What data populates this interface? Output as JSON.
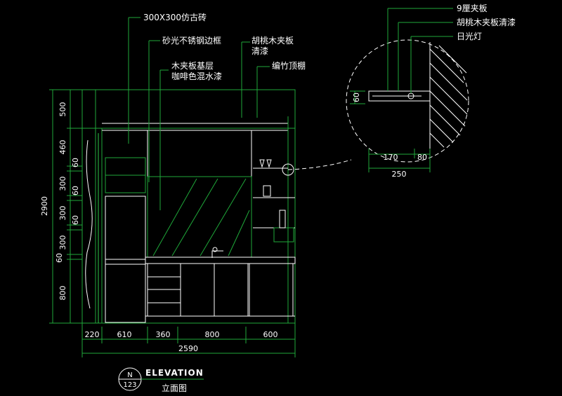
{
  "annotations": {
    "tile": "300X300仿古砖",
    "frame": "砂光不锈钢边框",
    "walnut_panel": "胡桃木夹板",
    "walnut_finish": "清漆",
    "wood_base": "木夹板基层",
    "coffee_paint": "咖啡色混水漆",
    "bamboo_ceiling": "编竹顶棚"
  },
  "detail_annotations": {
    "plywood": "9厘夹板",
    "walnut_clear": "胡桃木夹板清漆",
    "lamp": "日光灯"
  },
  "vertical_dims": {
    "total": "2900",
    "segments": [
      "500",
      "460",
      "60",
      "300",
      "60",
      "300",
      "60",
      "300",
      "60",
      "800"
    ]
  },
  "horizontal_dims": {
    "segments": [
      "220",
      "610",
      "360",
      "800",
      "600"
    ],
    "total": "2590"
  },
  "detail_dims": {
    "height": "60",
    "seg_a": "170",
    "seg_b": "80",
    "total": "250"
  },
  "title_block": {
    "north": "N",
    "number": "123",
    "title": "ELEVATION",
    "subtitle": "立面图"
  },
  "colors": {
    "background": "#000000",
    "line_green": "#00ff00",
    "line_white": "#ffffff",
    "line_dark_green": "#1f8f2a"
  }
}
